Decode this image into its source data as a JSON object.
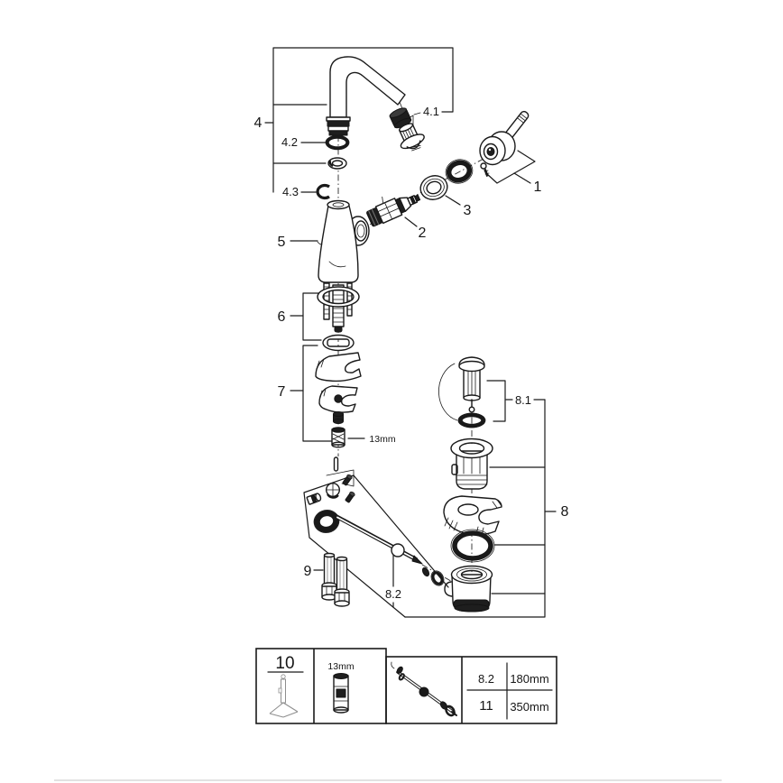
{
  "diagram": {
    "labels": {
      "handle": "1",
      "cartridge": "2",
      "escutcheon_rings": "3",
      "spout_group": "4",
      "aerator": "4.1",
      "spout_oring": "4.2",
      "retaining_clip": "4.3",
      "body": "5",
      "mounting_set": "6",
      "fixing_set": "7",
      "fixing_socket": "13mm",
      "waste_set": "8",
      "waste_plug": "8.1",
      "pull_rod": "8.2",
      "connection_hoses": "9"
    },
    "legend": {
      "mounting_tool": "10",
      "socket_size": "13mm",
      "rows": [
        {
          "ref": "8.2",
          "length": "180mm"
        },
        {
          "ref": "11",
          "length": "350mm"
        }
      ]
    },
    "colors": {
      "ink": "#1a1a1a",
      "dark_fill": "#1e1e1e",
      "footer_divider": "#d9d9d9"
    }
  }
}
